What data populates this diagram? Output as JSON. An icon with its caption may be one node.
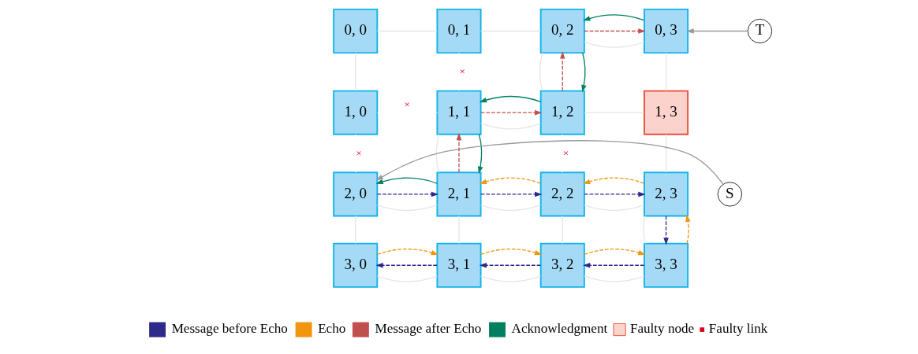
{
  "diagram": {
    "nodes": [
      {
        "text": [
          "0, 0"
        ]
      },
      {
        "text": [
          "0, 1"
        ]
      },
      {
        "text": [
          "0, 2"
        ]
      },
      {
        "text": [
          "0, 3"
        ]
      },
      {
        "text": [
          "T"
        ]
      },
      {
        "text": [
          "1, 0"
        ]
      },
      {
        "text": [
          "1, 1"
        ]
      },
      {
        "text": [
          "1, 2"
        ]
      },
      {
        "text": [
          "1, 3"
        ]
      },
      {
        "text": [
          "S"
        ]
      },
      {
        "text": [
          "2, 0"
        ]
      },
      {
        "text": [
          "2, 1"
        ]
      },
      {
        "text": [
          "2, 2"
        ]
      },
      {
        "text": [
          "2, 3"
        ]
      },
      {
        "text": [
          "3, 0"
        ]
      },
      {
        "text": [
          "3, 1"
        ]
      },
      {
        "text": [
          "3, 2"
        ]
      },
      {
        "text": [
          "3, 3"
        ]
      }
    ],
    "edges": [
      {
        "from": 0,
        "to": 1,
        "arrow": "none",
        "color": "#e6e6e6"
      },
      {
        "from": 1,
        "to": 2,
        "arrow": "none",
        "color": "#e6e6e6"
      },
      {
        "from": 2,
        "to": 3,
        "arrow": "none",
        "color": "#e6e6e6"
      },
      {
        "from": 5,
        "to": 6,
        "arrow": "none",
        "label": "×",
        "color": "#ffffff"
      },
      {
        "from": 6,
        "to": 7,
        "arrow": "none",
        "color": "#e6e6e6"
      },
      {
        "from": 7,
        "to": 8,
        "arrow": "none",
        "color": "#e6e6e6"
      },
      {
        "from": 10,
        "to": 11,
        "arrow": "none",
        "color": "#e6e6e6"
      },
      {
        "from": 11,
        "to": 12,
        "arrow": "none",
        "color": "#e6e6e6"
      },
      {
        "from": 12,
        "to": 13,
        "arrow": "none",
        "color": "#e6e6e6"
      },
      {
        "from": 14,
        "to": 15,
        "arrow": "none",
        "color": "#e6e6e6"
      },
      {
        "from": 15,
        "to": 16,
        "arrow": "none",
        "color": "#e6e6e6"
      },
      {
        "from": 16,
        "to": 17,
        "arrow": "none",
        "color": "#e6e6e6"
      },
      {
        "from": 0,
        "to": 5,
        "arrow": "none",
        "color": "#e6e6e6"
      },
      {
        "from": 1,
        "to": 6,
        "arrow": "none",
        "label": "×",
        "color": "#ffffff"
      },
      {
        "from": 2,
        "to": 7,
        "arrow": "none",
        "color": "#e6e6e6"
      },
      {
        "from": 3,
        "to": 8,
        "arrow": "none",
        "color": "#e6e6e6"
      },
      {
        "from": 5,
        "to": 10,
        "arrow": "none",
        "label": "×",
        "color": "#ffffff"
      },
      {
        "from": 6,
        "to": 11,
        "arrow": "none",
        "color": "#e6e6e6"
      },
      {
        "from": 7,
        "to": 12,
        "arrow": "none",
        "label": "×",
        "color": "#ffffff"
      },
      {
        "from": 8,
        "to": 13,
        "arrow": "none",
        "color": "#e6e6e6"
      },
      {
        "from": 10,
        "to": 14,
        "arrow": "none",
        "color": "#e6e6e6"
      },
      {
        "from": 11,
        "to": 15,
        "arrow": "none",
        "color": "#e6e6e6"
      },
      {
        "from": 12,
        "to": 16,
        "arrow": "none",
        "color": "#e6e6e6"
      },
      {
        "from": 13,
        "to": 17,
        "arrow": "none",
        "color": "#e6e6e6"
      },
      {
        "from": 4,
        "to": 3,
        "arrow": "to",
        "color": "#999999"
      },
      {
        "from": 9,
        "to": 10,
        "arrow": "to",
        "color": "#999999"
      },
      {
        "from": 10,
        "to": 11,
        "arrow": "to",
        "style": "dashed",
        "color": "#2e2a8a"
      },
      {
        "from": 11,
        "to": 12,
        "arrow": "to",
        "style": "dashed",
        "color": "#2e2a8a"
      },
      {
        "from": 12,
        "to": 13,
        "arrow": "to",
        "style": "dashed",
        "color": "#2e2a8a"
      },
      {
        "from": 13,
        "to": 17,
        "arrow": "to",
        "style": "dashed",
        "color": "#2e2a8a"
      },
      {
        "from": 17,
        "to": 16,
        "arrow": "to",
        "style": "dashed",
        "color": "#2e2a8a"
      },
      {
        "from": 16,
        "to": 15,
        "arrow": "to",
        "style": "dashed",
        "color": "#2e2a8a"
      },
      {
        "from": 15,
        "to": 14,
        "arrow": "to",
        "style": "dashed",
        "color": "#2e2a8a"
      },
      {
        "from": 14,
        "to": 15,
        "arrow": "to",
        "style": "dashed",
        "color": "#f0960f"
      },
      {
        "from": 15,
        "to": 16,
        "arrow": "to",
        "style": "dashed",
        "color": "#f0960f"
      },
      {
        "from": 16,
        "to": 17,
        "arrow": "to",
        "style": "dashed",
        "color": "#f0960f"
      },
      {
        "from": 17,
        "to": 13,
        "arrow": "to",
        "style": "dashed",
        "color": "#f0960f"
      },
      {
        "from": 13,
        "to": 12,
        "arrow": "to",
        "style": "dashed",
        "color": "#f0960f"
      },
      {
        "from": 12,
        "to": 11,
        "arrow": "to",
        "style": "dashed",
        "color": "#f0960f"
      },
      {
        "from": 11,
        "to": 6,
        "arrow": "to",
        "style": "dashed",
        "color": "#c0504d"
      },
      {
        "from": 6,
        "to": 7,
        "arrow": "to",
        "style": "dashed",
        "color": "#c0504d"
      },
      {
        "from": 7,
        "to": 2,
        "arrow": "to",
        "style": "dashed",
        "color": "#c0504d"
      },
      {
        "from": 2,
        "to": 3,
        "arrow": "to",
        "style": "dashed",
        "color": "#c0504d"
      },
      {
        "from": 3,
        "to": 2,
        "arrow": "to",
        "color": "#008060"
      },
      {
        "from": 2,
        "to": 7,
        "arrow": "to",
        "color": "#008060"
      },
      {
        "from": 7,
        "to": 6,
        "arrow": "to",
        "color": "#008060"
      },
      {
        "from": 6,
        "to": 11,
        "arrow": "to",
        "color": "#008060"
      },
      {
        "from": 11,
        "to": 10,
        "arrow": "to",
        "color": "#008060"
      }
    ],
    "legend": [
      {
        "text": "Message before Echo"
      },
      {
        "text": "Echo"
      },
      {
        "text": "Message after Echo"
      },
      {
        "text": "Acknowledgment"
      },
      {
        "text": "Faulty node"
      },
      {
        "text": "Faulty link"
      }
    ]
  }
}
